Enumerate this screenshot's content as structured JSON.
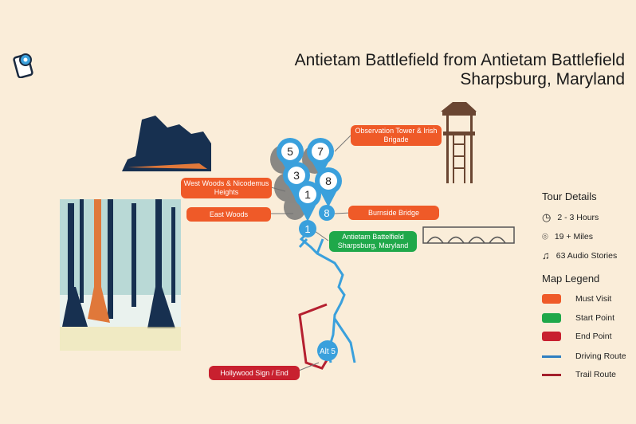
{
  "header": {
    "title_line1": "Antietam Battlefield from Antietam Battlefield",
    "title_line2": "Sharpsburg, Maryland",
    "logo_icon": "map-pin-phone-icon"
  },
  "map": {
    "labels": [
      {
        "text": "Observation Tower & Irish Brigade",
        "type": "Must Visit"
      },
      {
        "text": "West Woods & Nicodemus Heights",
        "type": "Must Visit"
      },
      {
        "text": "East Woods",
        "type": "Must Visit"
      },
      {
        "text": "Burnside Bridge",
        "type": "Must Visit"
      },
      {
        "text": "Antietam Battelfield Sharpsburg, Maryland",
        "type": "Start Point"
      },
      {
        "text": "Hollywood Sign / End",
        "type": "End Point"
      }
    ],
    "pins": [
      "5",
      "7",
      "3",
      "8",
      "1",
      "8",
      "1",
      "Alt 5"
    ]
  },
  "tour_details": {
    "heading": "Tour Details",
    "duration": "2 - 3 Hours",
    "distance": "19 + Miles",
    "stories": "63  Audio Stories"
  },
  "legend": {
    "heading": "Map Legend",
    "items": [
      {
        "label": "Must Visit",
        "color": "#ef5a28"
      },
      {
        "label": "Start Point",
        "color": "#1fa84a"
      },
      {
        "label": "End Point",
        "color": "#c8202f"
      },
      {
        "label": "Driving Route",
        "color": "#2f7fc1"
      },
      {
        "label": "Trail Route",
        "color": "#a3202c"
      }
    ]
  }
}
